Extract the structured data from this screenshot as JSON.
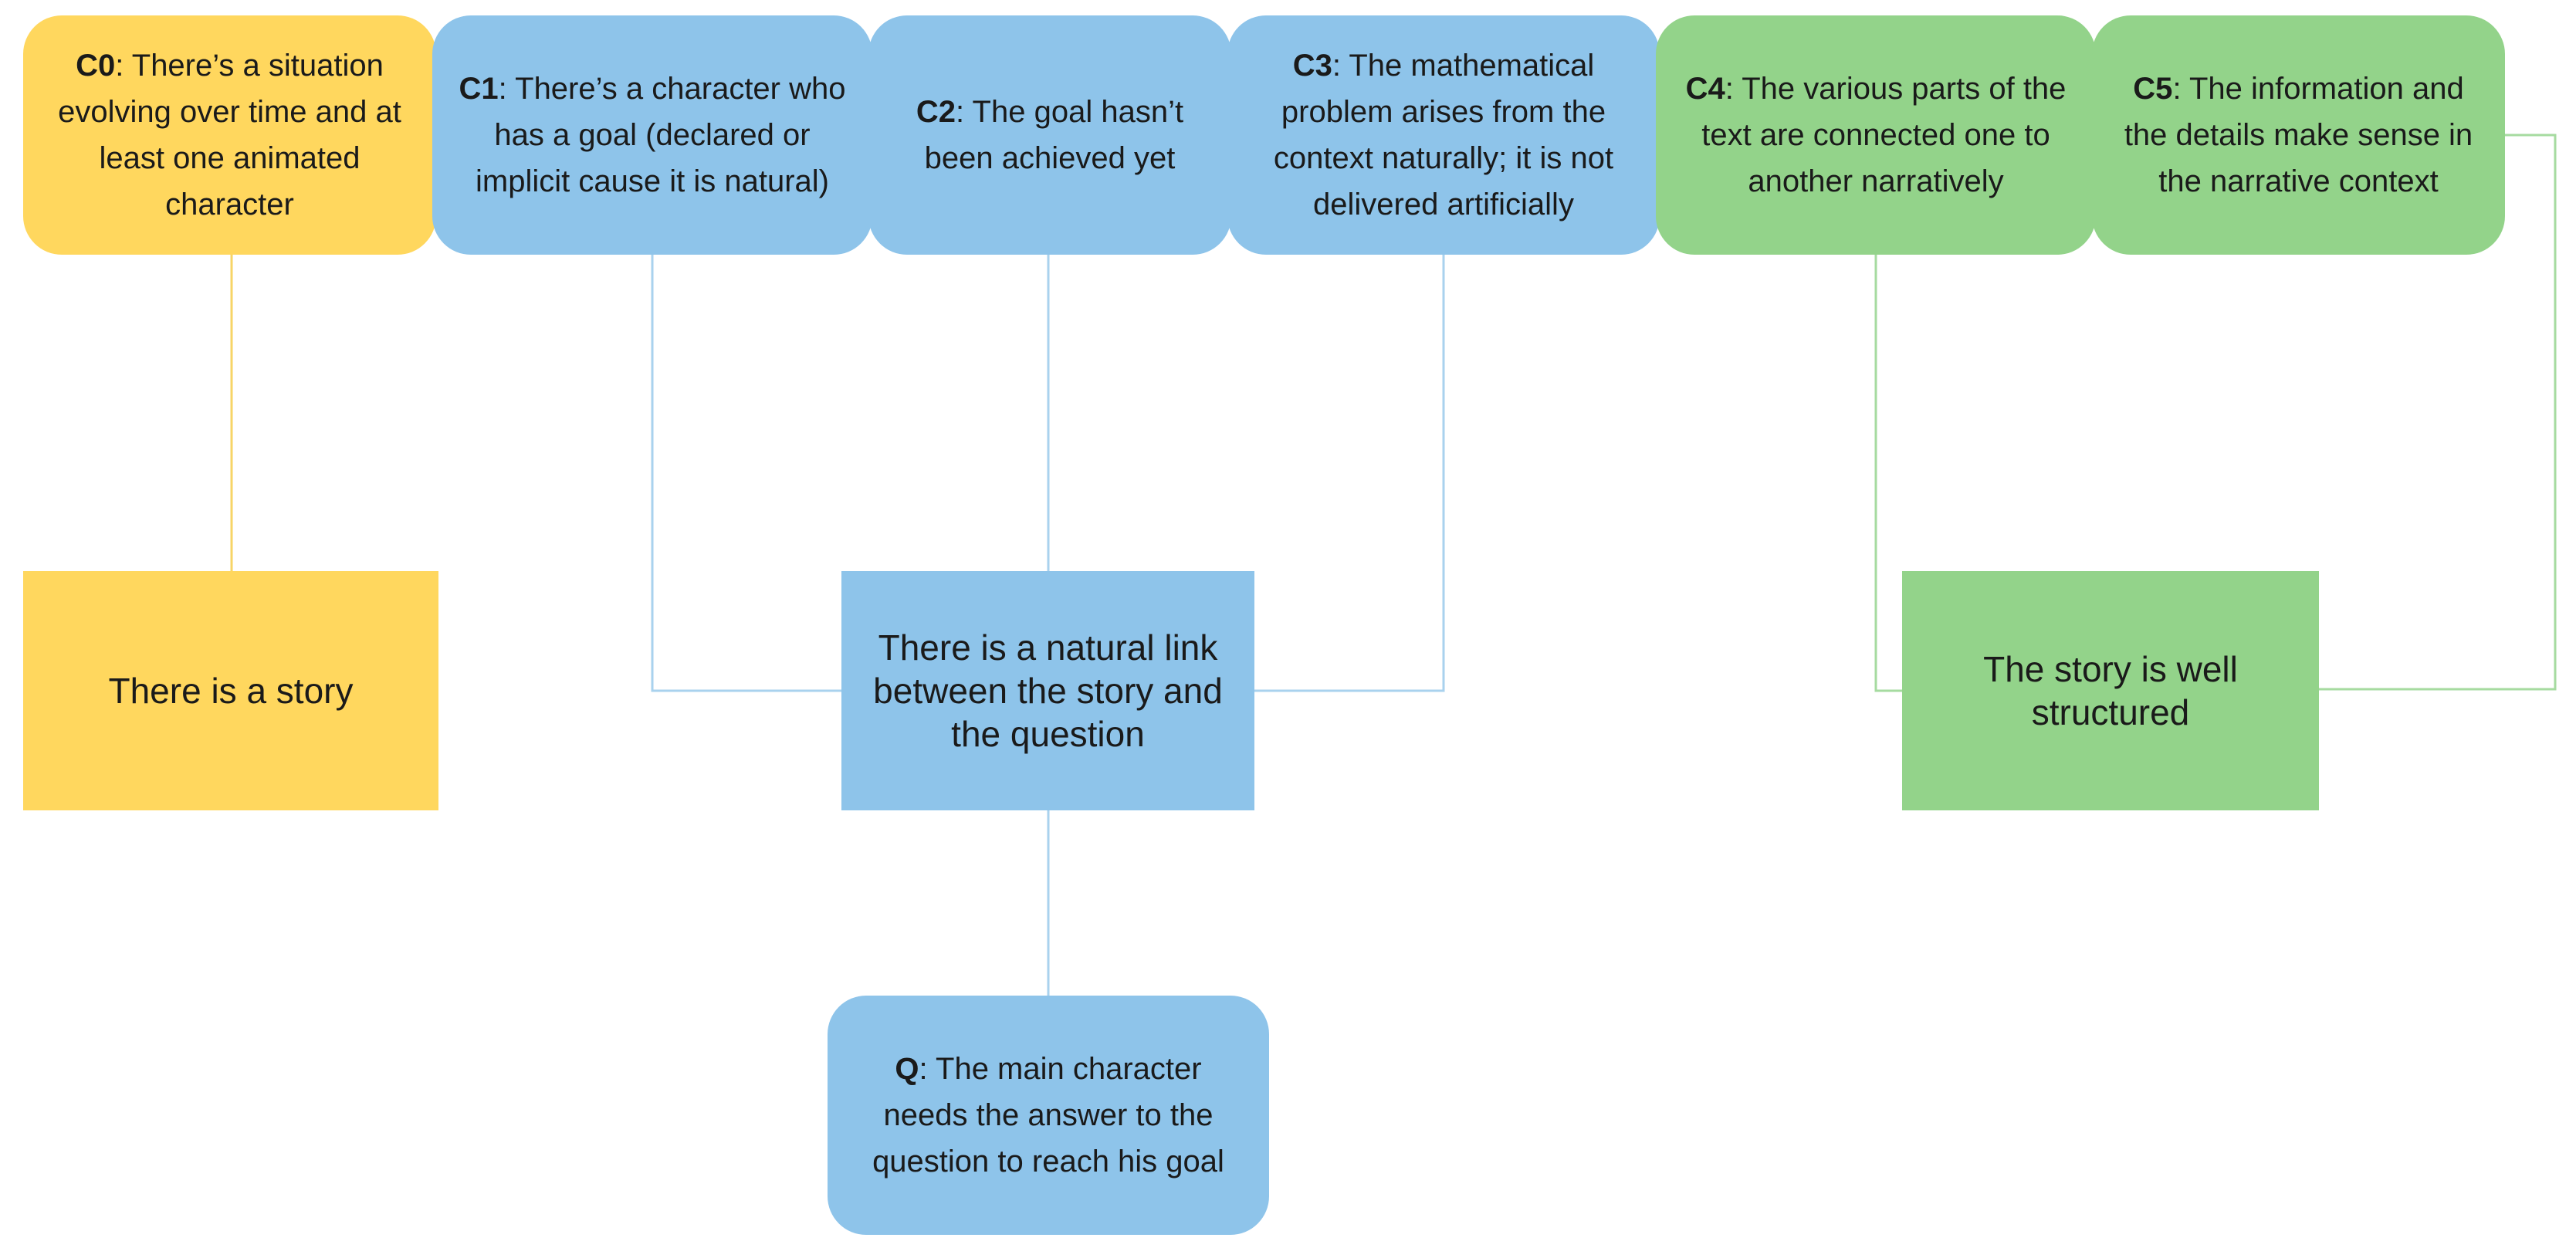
{
  "colors": {
    "yellow": "#FFD75E",
    "blue": "#8EC4EA",
    "green": "#93D38A",
    "line_yellow": "#F7D567",
    "line_blue": "#A9D2EE",
    "line_green": "#A6DBA0"
  },
  "criteria": {
    "c0": {
      "code": "C0",
      "text": ": There’s a situation evolving over time and at least one animated character"
    },
    "c1": {
      "code": "C1",
      "text": ": There’s a character who has a goal (declared or implicit cause it is natural)"
    },
    "c2": {
      "code": "C2",
      "text": ": The goal hasn’t been achieved yet"
    },
    "c3": {
      "code": "C3",
      "text": ": The mathematical problem arises from the context naturally; it is not delivered artificially"
    },
    "c4": {
      "code": "C4",
      "text": ": The various parts of the text are connected one to another narratively"
    },
    "c5": {
      "code": "C5",
      "text": ": The information and the details make sense in the narrative context"
    }
  },
  "outcomes": {
    "story": "There is a story",
    "link": "There is a natural link between the story and the question",
    "structured": "The story is well structured"
  },
  "question": {
    "code": "Q",
    "text": ": The main character needs the answer to the question to reach his goal"
  }
}
